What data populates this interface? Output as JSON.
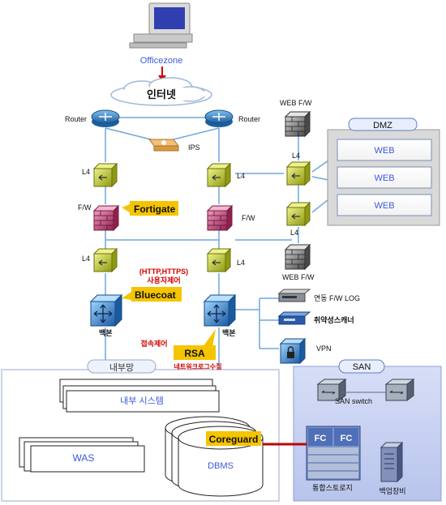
{
  "top": {
    "officezone": "Officezone",
    "internet": "인터넷"
  },
  "routers": {
    "left": "Router",
    "right": "Router"
  },
  "ips": "IPS",
  "l4": {
    "top_left": "L4",
    "top_right": "L4",
    "dmz_upper": "L4",
    "dmz_lower": "L4",
    "bottom_left": "L4",
    "bottom_right": "L4"
  },
  "fw": {
    "left": "F/W",
    "right": "F/W",
    "web_top": "WEB  F/W",
    "web_bottom": "WEB  F/W"
  },
  "callouts": {
    "fortigate": "Fortigate",
    "bluecoat": "Bluecoat",
    "rsa": "RSA",
    "coreguard": "Coreguard"
  },
  "annotations": {
    "http": "(HTTP,HTTPS)",
    "user_control": "사용자제어",
    "access_control": "접속제어",
    "log_collect": "네트워크로그수집"
  },
  "backbone": {
    "left": "백본",
    "right": "백본"
  },
  "dmz": {
    "title": "DMZ",
    "web": [
      "WEB",
      "WEB",
      "WEB"
    ]
  },
  "devices": {
    "fwlog": "연동 F/W LOG",
    "scanner": "취약성스캐너",
    "vpn": "VPN"
  },
  "internal": {
    "title": "내부망",
    "system": "내부 시스템",
    "was": "WAS",
    "dbms": "DBMS"
  },
  "san": {
    "title": "SAN",
    "switch": "SAN  switch",
    "storage": "통합스토로지",
    "backup": "백업장비",
    "fc": "FC"
  },
  "colors": {
    "router": "#2a7fc9",
    "l4": "#c8d431",
    "firewall": "#c0507a",
    "switch": "#3a8fd8",
    "callout": "#f5c400",
    "san_bg": "#c9d3f2",
    "link": "#6fa8dc"
  }
}
